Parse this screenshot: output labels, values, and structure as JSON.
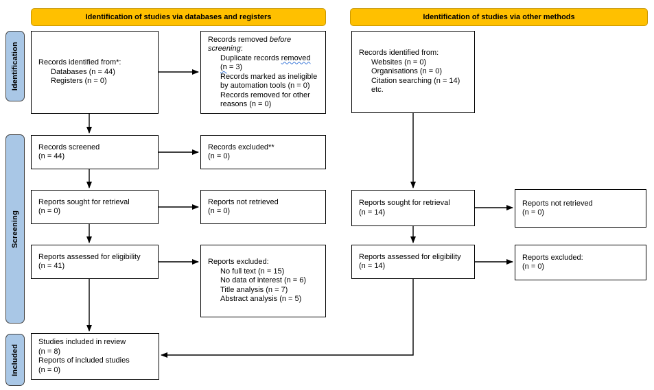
{
  "colors": {
    "banner_fill": "#FFC000",
    "banner_border": "#C99700",
    "sidebar_fill": "#A9C7E6",
    "sidebar_border": "#404040",
    "box_border": "#000000",
    "wavy_underline": "#3B78D8"
  },
  "banners": {
    "databases": "Identification of studies via databases and registers",
    "other": "Identification of studies via other methods"
  },
  "sidebar": {
    "identification": "Identification",
    "screening": "Screening",
    "included": "Included"
  },
  "boxes": {
    "records_identified_db": {
      "lines": [
        "Records identified from*:",
        "Databases (n = 44)",
        "Registers (n = 0)"
      ]
    },
    "records_removed": {
      "line1_pre": "Records removed ",
      "line1_em": "before",
      "line2_em": "screening",
      "line2_post": ":",
      "item1_pre": "Duplicate records ",
      "item1_wavy": "removed",
      "item2_wavy": "(n",
      "item2_post": " = 3)",
      "item3": "Records marked as ineligible",
      "item4": "by automation tools (n = 0)",
      "item5": "Records removed for other",
      "item6": "reasons (n = 0)"
    },
    "records_screened": {
      "lines": [
        "Records screened",
        "(n = 44)"
      ]
    },
    "records_excluded": {
      "lines": [
        "Records excluded**",
        "(n = 0)"
      ]
    },
    "reports_sought_db": {
      "lines": [
        "Reports sought for retrieval",
        "(n = 0)"
      ]
    },
    "reports_not_retrieved_db": {
      "lines": [
        "Reports not retrieved",
        "(n = 0)"
      ]
    },
    "reports_assessed_db": {
      "lines": [
        "Reports assessed for eligibility",
        "(n = 41)"
      ]
    },
    "reports_excluded_db": {
      "lines": [
        "Reports excluded:",
        "No full text (n = 15)",
        "No data of interest (n = 6)",
        "Title analysis (n = 7)",
        "Abstract analysis (n = 5)"
      ]
    },
    "studies_included": {
      "lines": [
        "Studies included in review",
        "(n = 8)",
        "Reports of included studies",
        "(n = 0)"
      ]
    },
    "records_identified_other": {
      "lines": [
        "Records identified from:",
        "Websites (n = 0)",
        "Organisations (n = 0)",
        "Citation searching (n = 14)",
        "etc."
      ]
    },
    "reports_sought_other": {
      "lines": [
        "Reports sought for retrieval",
        "(n = 14)"
      ]
    },
    "reports_not_retrieved_other": {
      "lines": [
        "Reports not retrieved",
        "(n = 0)"
      ]
    },
    "reports_assessed_other": {
      "lines": [
        "Reports assessed for eligibility",
        "(n = 14)"
      ]
    },
    "reports_excluded_other": {
      "lines": [
        "Reports excluded:",
        "(n = 0)"
      ]
    }
  }
}
